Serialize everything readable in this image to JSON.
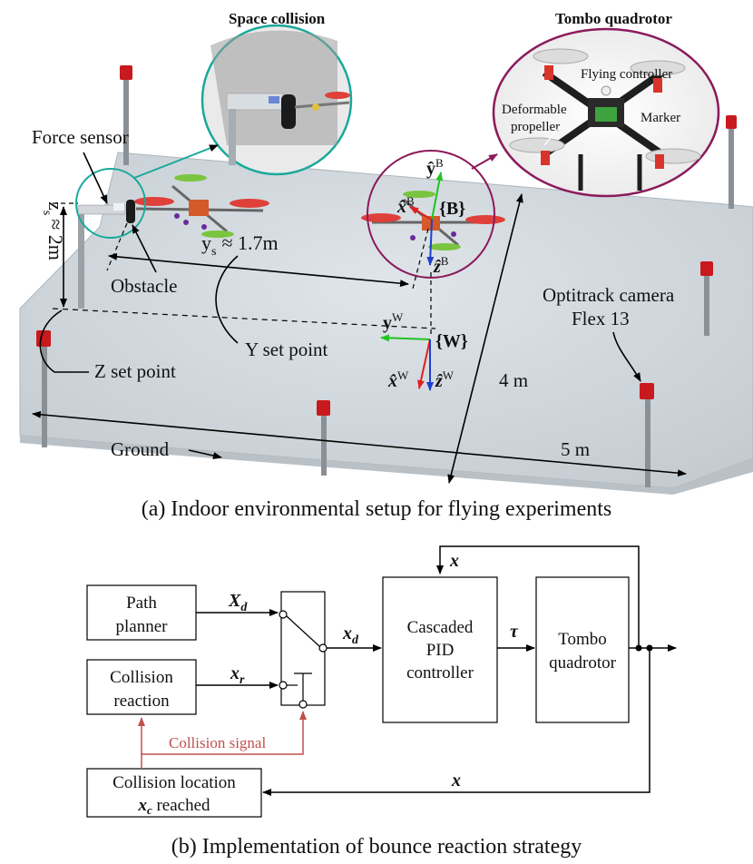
{
  "figure_a": {
    "caption": "(a) Indoor environmental setup for flying experiments",
    "callouts": {
      "space_collision": "Space collision",
      "tombo_quadrotor": "Tombo quadrotor"
    },
    "drone_parts": {
      "flying_controller": "Flying controller",
      "deformable_propeller_line1": "Deformable",
      "deformable_propeller_line2": "propeller",
      "marker": "Marker"
    },
    "labels": {
      "force_sensor": "Force sensor",
      "obstacle": "Obstacle",
      "ys": "y",
      "ys_sub": "s",
      "ys_value": "≈ 1.7m",
      "zs": "z",
      "zs_sub": "s",
      "zs_value": "≈ 2m",
      "y_set_point": "Y set point",
      "z_set_point": "Z set point",
      "ground": "Ground",
      "camera_line1": "Optitrack camera",
      "camera_line2": "Flex 13",
      "dim_4m": "4 m",
      "dim_5m": "5 m"
    },
    "frames": {
      "body_frame": "{B}",
      "world_frame": "{W}",
      "yB": "ŷ",
      "xB": "x̂",
      "zB": "ẑ",
      "B_sup": "B",
      "yW": "y",
      "xW": "x̂",
      "zW": "ẑ",
      "W_sup": "W"
    }
  },
  "figure_b": {
    "caption": "(b) Implementation of bounce reaction strategy",
    "blocks": {
      "path_planner_line1": "Path",
      "path_planner_line2": "planner",
      "collision_reaction_line1": "Collision",
      "collision_reaction_line2": "reaction",
      "cascaded_line1": "Cascaded",
      "cascaded_line2": "PID",
      "cascaded_line3": "controller",
      "tombo_line1": "Tombo",
      "tombo_line2": "quadrotor",
      "collision_location_line1": "Collision location",
      "collision_location_line2_var": "x",
      "collision_location_line2_sub": "c",
      "collision_location_line2_rest": " reached"
    },
    "signals": {
      "Xd": "X",
      "Xd_sub": "d",
      "xr": "x",
      "xr_sub": "r",
      "xd": "x",
      "xd_sub": "d",
      "tau": "τ",
      "x_top": "x",
      "x_bottom": "x",
      "collision_signal": "Collision signal"
    },
    "colors": {
      "collision_signal": "#c0504d",
      "block_stroke": "#000000"
    }
  }
}
